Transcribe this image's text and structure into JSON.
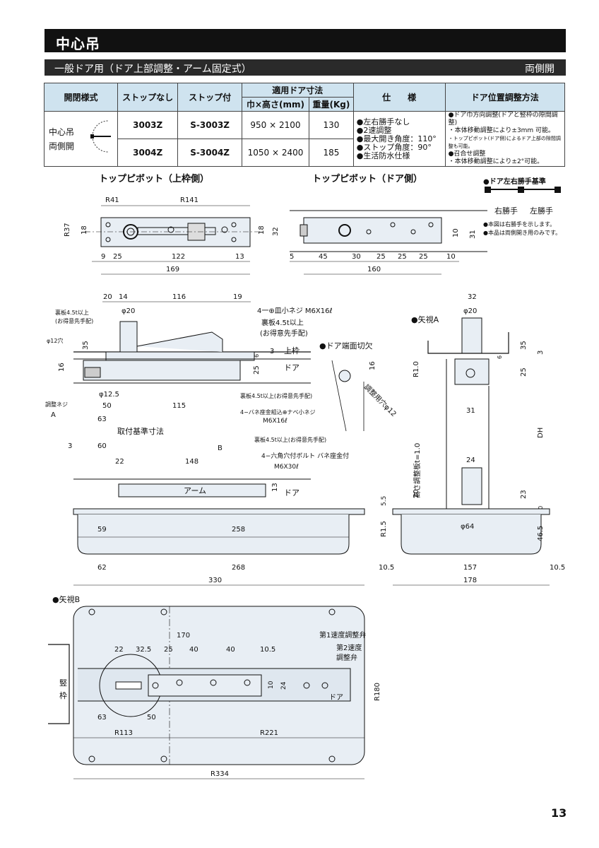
{
  "header": {
    "title": "中心吊"
  },
  "subheader": {
    "left": "一般ドア用（ドア上部調整・アーム固定式）",
    "right": "両側開"
  },
  "table": {
    "headers": {
      "open_type": "開閉様式",
      "no_stop": "ストップなし",
      "with_stop": "ストップ付",
      "door_size": "適用ドア寸法",
      "width_height": "巾×高さ(mm)",
      "weight": "重量(Kg)",
      "spec": "仕　　様",
      "adjust": "ドア位置調整方法"
    },
    "open_type_lines": [
      "中心吊",
      "両側開"
    ],
    "rows": [
      {
        "no_stop": "3003Z",
        "with_stop": "S-3003Z",
        "size": "950 × 2100",
        "weight": "130"
      },
      {
        "no_stop": "3004Z",
        "with_stop": "S-3004Z",
        "size": "1050 × 2400",
        "weight": "185"
      }
    ],
    "spec_items": [
      "●左右勝手なし",
      "●2速調整",
      "●最大開き角度：110°",
      "●ストップ角度：90°",
      "●生活防水仕様"
    ],
    "adjust_items": [
      "●ドア巾方向調整(ドアと竪枠の隙間調整)",
      "・本体移動調整により±3mm 可能。",
      "・トップピボット(ドア側)によるドア上部の隙間調整も可能。",
      "●召合せ調整",
      "・本体移動調整により±2°可能。"
    ]
  },
  "drawings": {
    "top_pivot_frame": {
      "title": "トップピボット（上枠側）",
      "dims": [
        "R41",
        "R141",
        "R37",
        "18",
        "18",
        "32",
        "9",
        "25",
        "122",
        "13",
        "169"
      ]
    },
    "top_pivot_door": {
      "title": "トップピボット（ドア側）",
      "dims": [
        "10",
        "31",
        "5",
        "45",
        "30",
        "25",
        "25",
        "25",
        "10",
        "160"
      ]
    },
    "hand_std": {
      "title": "●ドア左右勝手基準",
      "right": "右勝手",
      "left": "左勝手",
      "note1": "●本図は右勝手を示します。",
      "note2": "●本品は両側開き用のみです。"
    },
    "elevation": {
      "dims_top": [
        "20",
        "14",
        "116",
        "19"
      ],
      "labels": [
        "裏板4.5t以上",
        "(お得意先手配)",
        "φ20",
        "4一⊕皿小ネジ M6X16ℓ",
        "裏板4.5t以上",
        "(お得意先手配)",
        "φ12穴",
        "35",
        "16",
        "上枠",
        "3",
        "6",
        "25",
        "ドア",
        "φ12.5",
        "50",
        "115",
        "裏板4.5t以上(お得意先手配)",
        "4−バネ座金組込⊕ナベ小ネジ",
        "M6X16ℓ",
        "調整ネジ",
        "A",
        "63",
        "取付基準寸法",
        "3",
        "60",
        "裏板4.5t以上(お得意先手配)",
        "B",
        "4−六角穴付ボルト バネ座金付",
        "M6X30ℓ",
        "22",
        "148",
        "アーム",
        "13",
        "ドア",
        "59",
        "258",
        "62",
        "268",
        "330"
      ]
    },
    "door_cut": {
      "title": "●ドア端面切欠",
      "dims": [
        "16",
        "調整用穴φ12"
      ]
    },
    "view_a": {
      "title": "●矢視A",
      "labels": [
        "32",
        "φ20",
        "35",
        "3",
        "6",
        "25",
        "R1.0",
        "31",
        "高さ調整板t=1.0",
        "DH",
        "24",
        "20",
        "23",
        "10",
        "5.5",
        "R1.5",
        "φ64",
        "46.5",
        "10.5",
        "157",
        "10.5",
        "178"
      ]
    },
    "view_b": {
      "title": "●矢視B",
      "labels": [
        "170",
        "22",
        "32.5",
        "25",
        "40",
        "40",
        "10.5",
        "第1速度調整弁",
        "第2速度",
        "調整弁",
        "竪",
        "枠",
        "10",
        "24",
        "ドア",
        "R180",
        "63",
        "50",
        "R113",
        "R221",
        "R334"
      ]
    }
  },
  "page_number": "13"
}
